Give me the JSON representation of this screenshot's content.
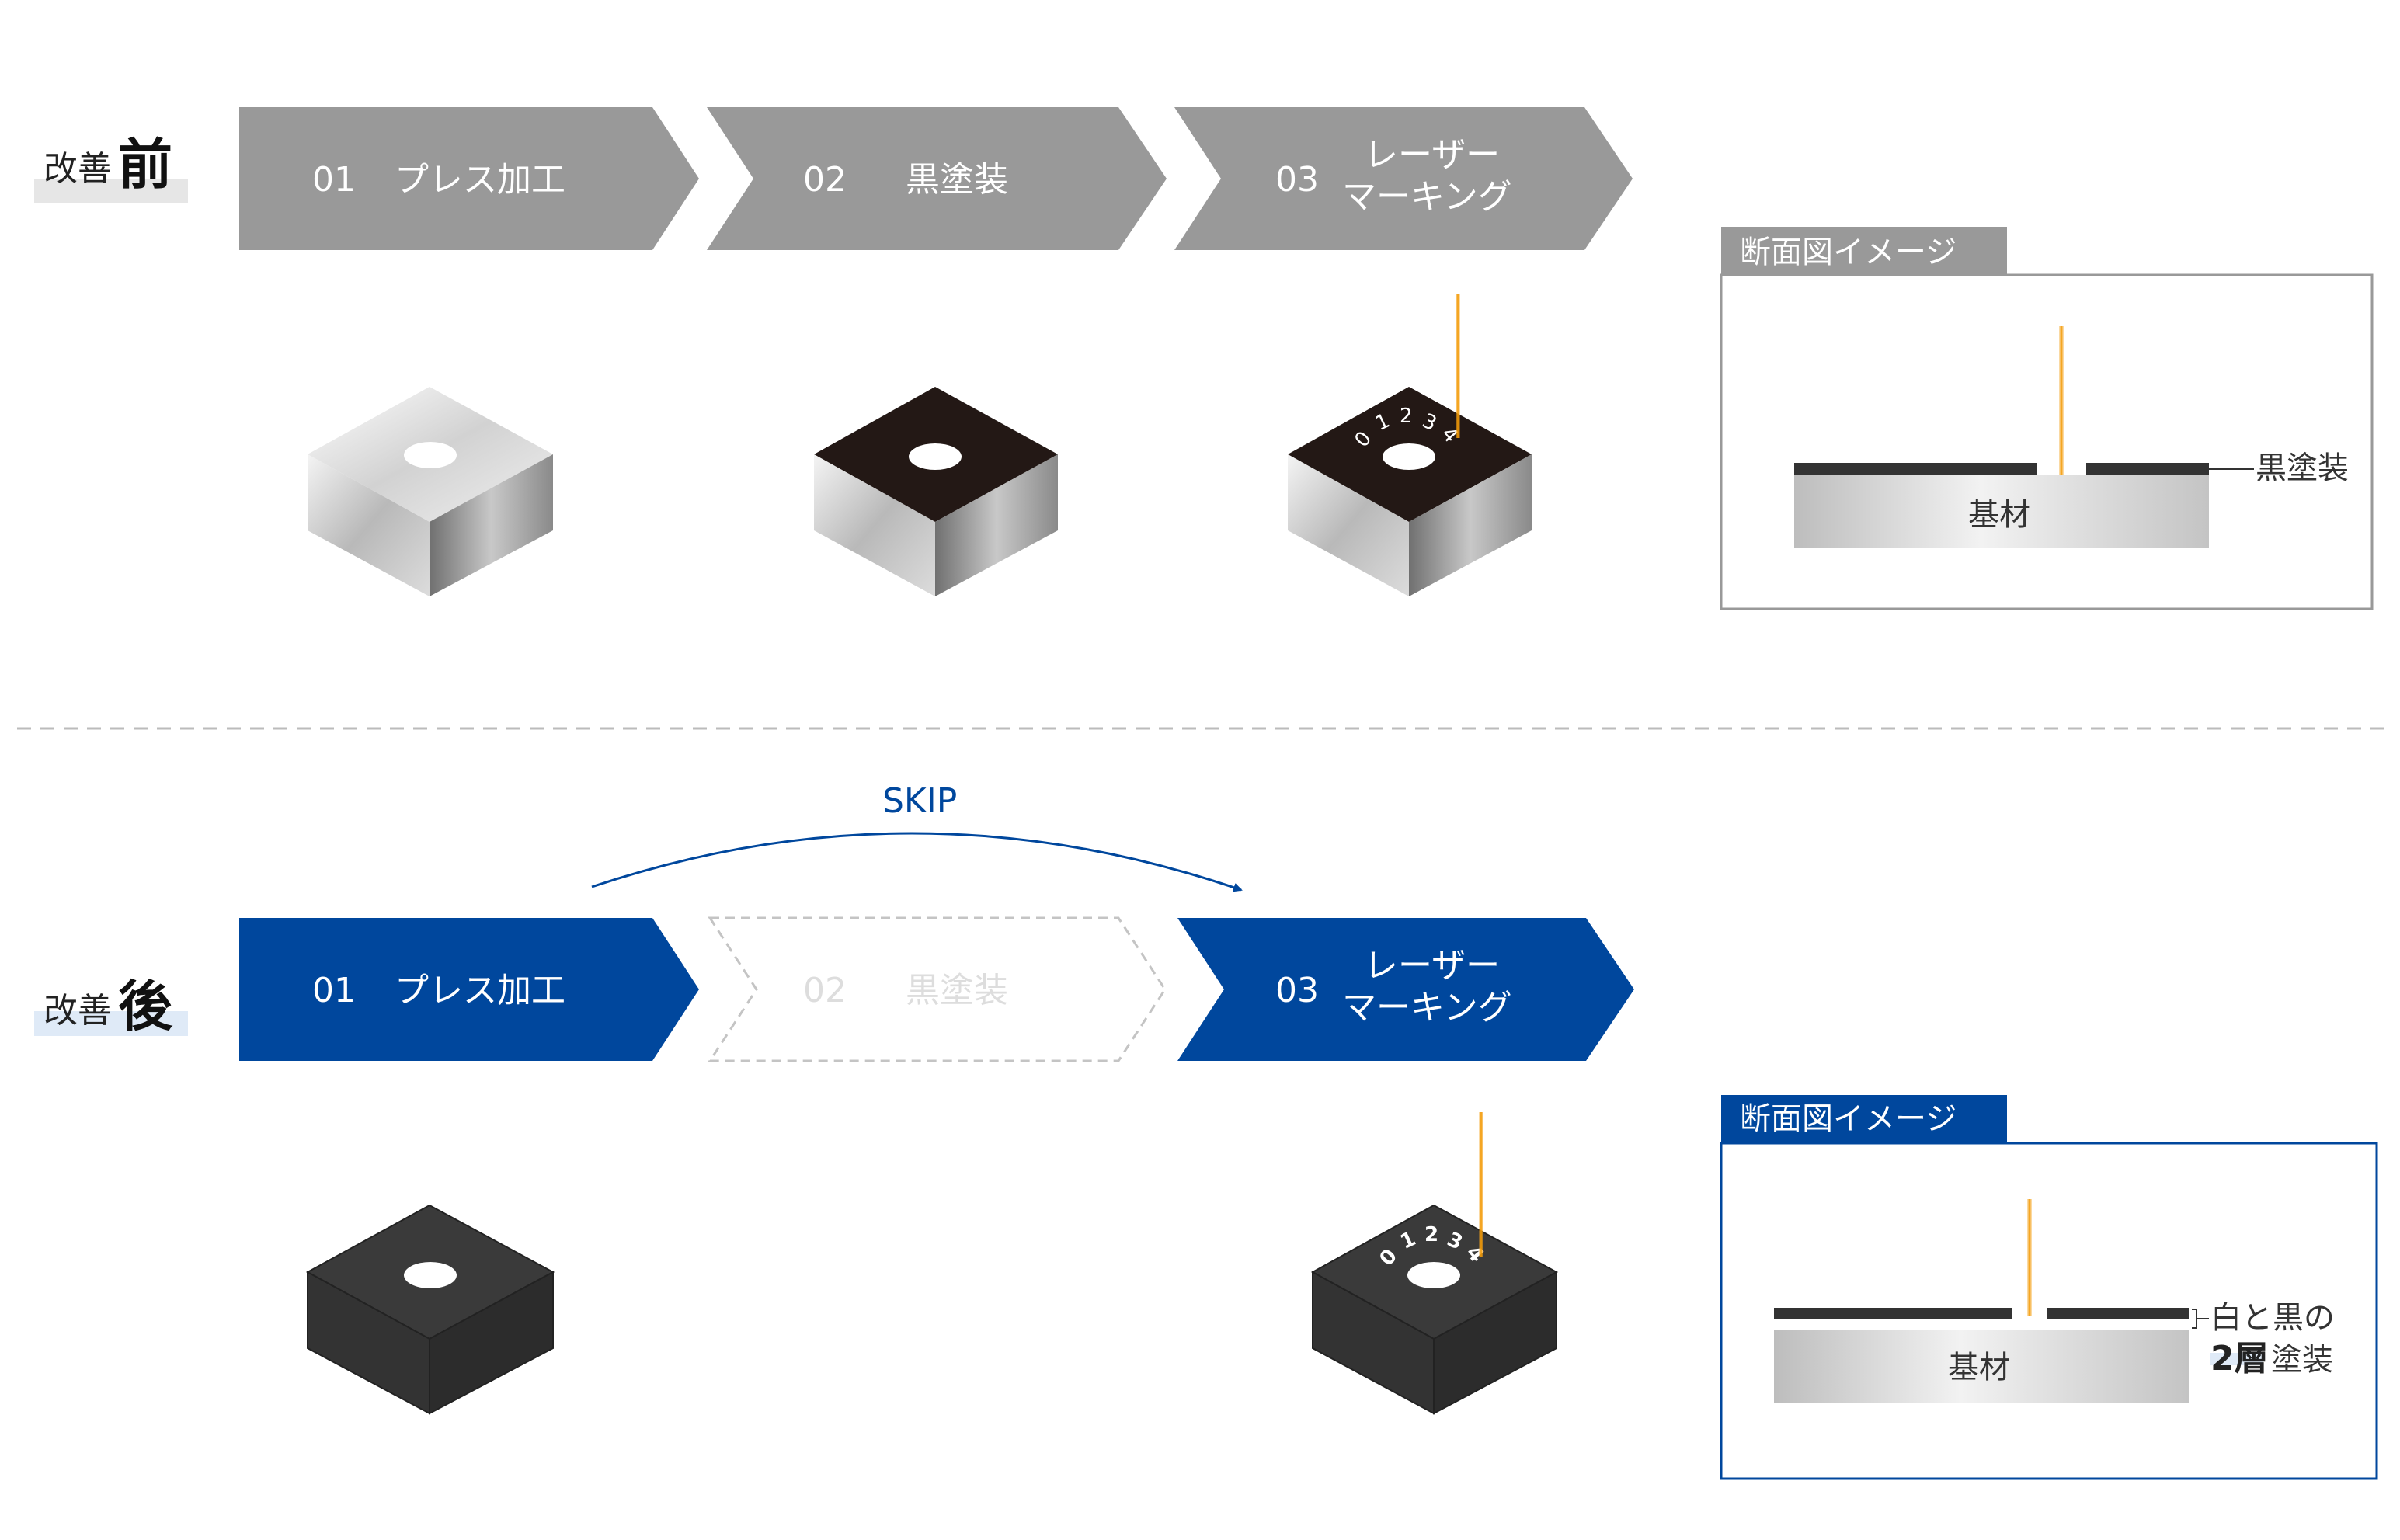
{
  "before": {
    "label_small": "改善",
    "label_big": "前",
    "steps": [
      {
        "num": "01",
        "text": "プレス加工"
      },
      {
        "num": "02",
        "text": "黒塗装"
      },
      {
        "num": "03",
        "line1": "レーザー",
        "line2": "マーキング"
      }
    ],
    "marking": [
      "0",
      "1",
      "2",
      "3",
      "4"
    ],
    "section": {
      "title": "断面図イメージ",
      "base_label": "基材",
      "coat_label": "黒塗装"
    }
  },
  "after": {
    "label_small": "改善",
    "label_big": "後",
    "skip_label": "SKIP",
    "steps": [
      {
        "num": "01",
        "text": "プレス加工"
      },
      {
        "num": "02",
        "text": "黒塗装"
      },
      {
        "num": "03",
        "line1": "レーザー",
        "line2": "マーキング"
      }
    ],
    "marking": [
      "0",
      "1",
      "2",
      "3",
      "4"
    ],
    "section": {
      "title": "断面図イメージ",
      "base_label": "基材",
      "coat_line1": "白と黒の",
      "coat_bold": "2層",
      "coat_rest": "塗装"
    }
  },
  "colors": {
    "gray_step": "#999999",
    "blue_step": "#00479d",
    "laser": "#f5a623",
    "dark_block": "#333333",
    "black_coat": "#231815"
  }
}
